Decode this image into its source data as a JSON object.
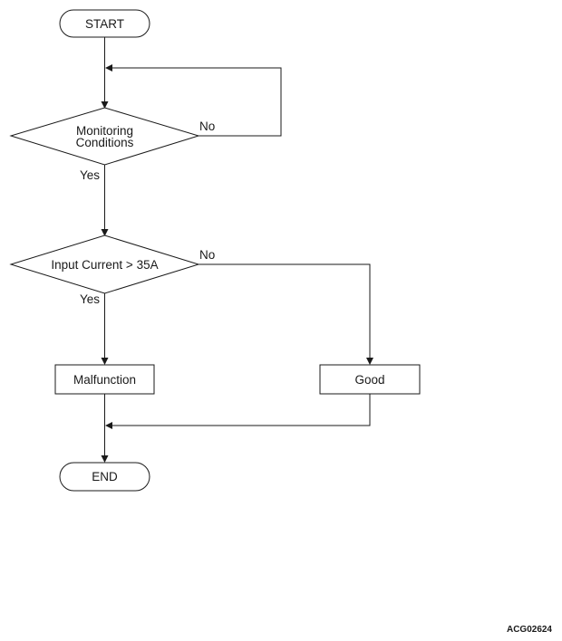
{
  "flowchart": {
    "start": "START",
    "end": "END",
    "decision1": {
      "line1": "Monitoring",
      "line2": "Conditions",
      "yes": "Yes",
      "no": "No"
    },
    "decision2": {
      "label": "Input Current > 35A",
      "yes": "Yes",
      "no": "No"
    },
    "result_yes": "Malfunction",
    "result_no": "Good"
  },
  "figure_id": "ACG02624"
}
